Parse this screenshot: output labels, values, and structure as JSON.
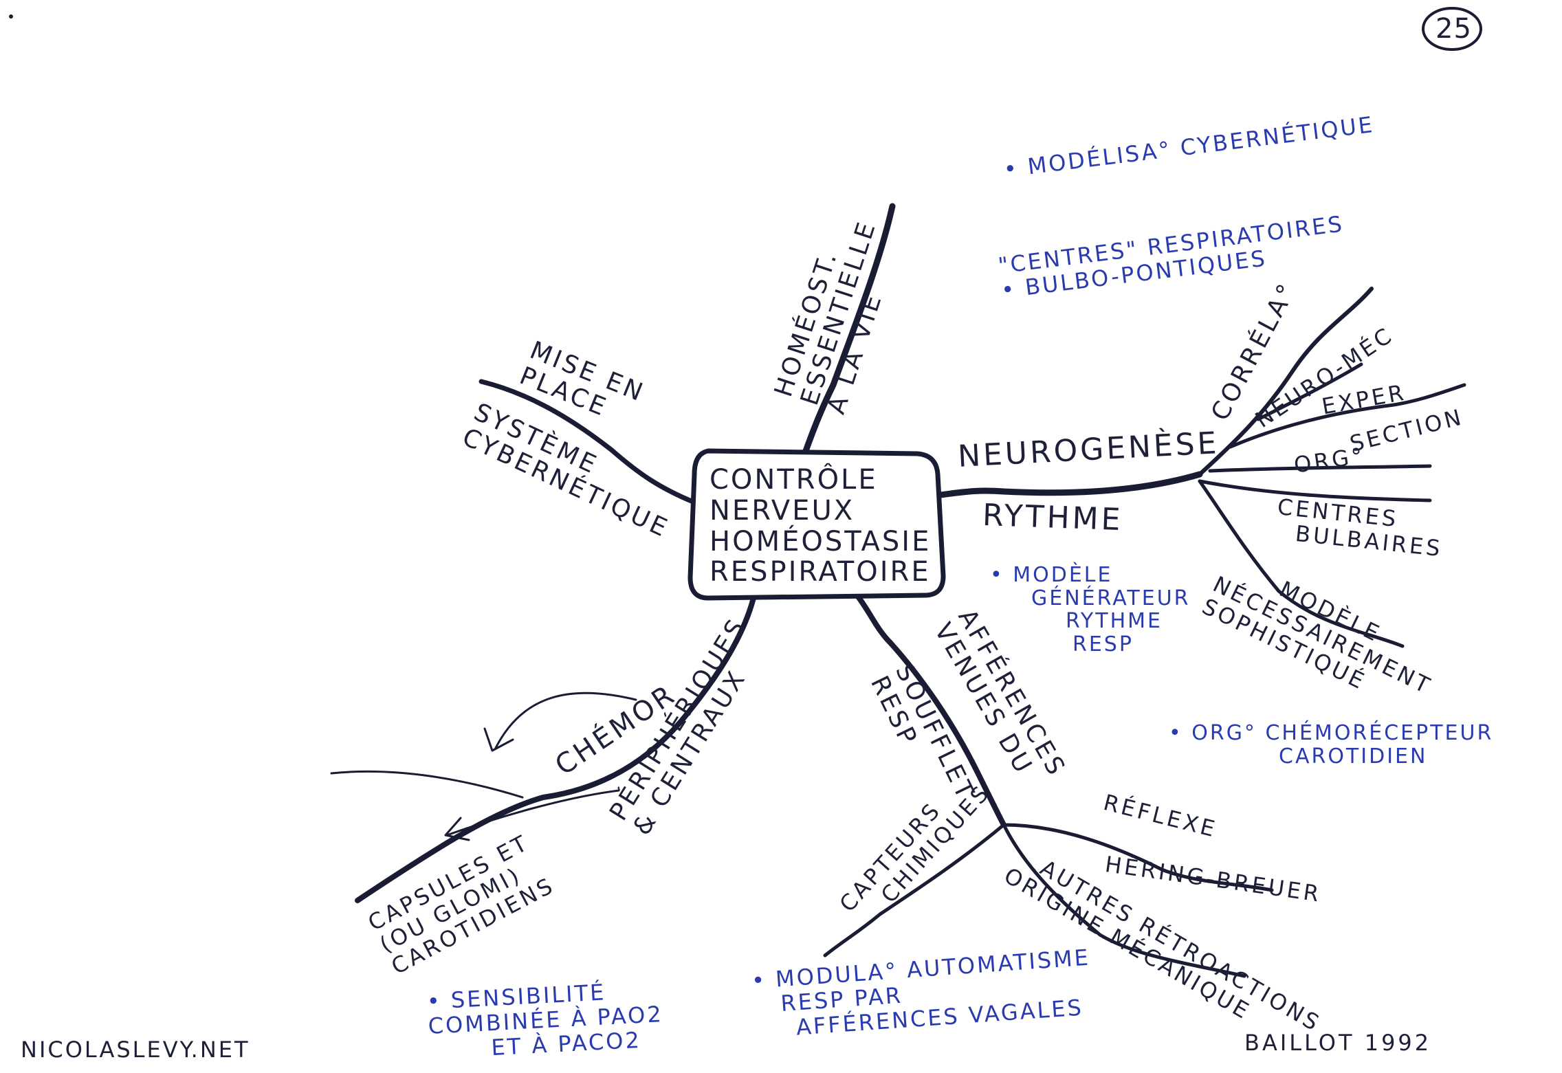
{
  "page_number": "25",
  "center": {
    "line1": "CONTRÔLE",
    "line2": "NERVEUX",
    "line3": "HOMÉOSTASIE",
    "line4": "RESPIRATOIRE"
  },
  "branches": {
    "homeostasie": {
      "line1": "HOMÉOST.",
      "line2": "ESSENTIELLE",
      "line3": "À LA VIE"
    },
    "mise_en_place": {
      "line1": "MISE EN",
      "line2": "PLACE",
      "line3": "SYSTÈME",
      "line4": "CYBERNÉTIQUE"
    },
    "neurogenese": {
      "line1": "NEUROGENÈSE",
      "line2": "RYTHME",
      "correlation": "CORRÉLA°",
      "neuro_mec": "NEURO-MÉC",
      "exper": "EXPER",
      "section": "SECTION",
      "org": "ORG°",
      "centres_line1": "CENTRES",
      "centres_line2": "BULBAIRES",
      "modele_line1": "MODÈLE",
      "modele_line2": "NÉCESSAIREMENT",
      "modele_line3": "SOPHISTIQUÉ"
    },
    "chemor": {
      "label": "CHÉMOR",
      "periph_line1": "PÉRIPHÉRIQUES",
      "periph_line2": "& CENTRAUX",
      "capsules_line1": "CAPSULES ET",
      "capsules_line2": "(OU GLOMI)",
      "capsules_line3": "CAROTIDIENS"
    },
    "soufflet": {
      "line1": "SOUFFLET",
      "line2": "RESP"
    },
    "afferences": {
      "line1": "AFFÉRENCES",
      "line2": "VENUES DU",
      "reflexe": "RÉFLEXE",
      "hering": "HÉRING-BREUER",
      "autres_line1": "AUTRES RÉTROACTIONS",
      "autres_line2": "ORIGINE MÉCANIQUE",
      "capteurs_line1": "CAPTEURS",
      "capteurs_line2": "CHIMIQUES"
    }
  },
  "notes": {
    "modelisation": "• MODÉLISA° CYBERNÉTIQUE",
    "centres_line1": "\"CENTRES\" RESPIRATOIRES",
    "centres_line2": "• BULBO-PONTIQUES",
    "modele_line1": "• MODÈLE",
    "modele_line2": "GÉNÉRATEUR",
    "modele_line3": "RYTHME",
    "modele_line4": "RESP",
    "org_line1": "• ORG° CHÉMORÉCEPTEUR",
    "org_line2": "CAROTIDIEN",
    "sensibilite_line1": "• SENSIBILITÉ",
    "sensibilite_line2": "COMBINÉE À PAO2",
    "sensibilite_line3": "ET À PACO2",
    "modulation_line1": "• MODULA° AUTOMATISME",
    "modulation_line2": "RESP PAR",
    "modulation_line3": "AFFÉRENCES VAGALES"
  },
  "footer": {
    "site": "NICOLASLEVY.NET",
    "author": "BAILLOT 1992"
  },
  "colors": {
    "ink": "#1a1c33",
    "note_blue": "#2a3bb0"
  }
}
